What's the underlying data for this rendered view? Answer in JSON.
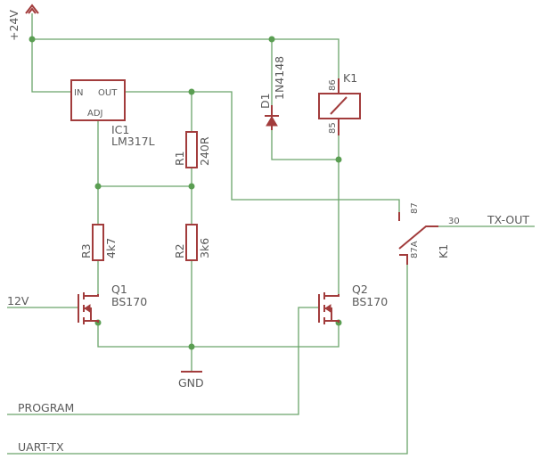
{
  "supply": {
    "label": "+24V"
  },
  "regulator": {
    "ref": "IC1",
    "value": "LM317L",
    "pin_in": "IN",
    "pin_out": "OUT",
    "pin_adj": "ADJ"
  },
  "resistors": [
    {
      "ref": "R1",
      "value": "240R"
    },
    {
      "ref": "R2",
      "value": "3k6"
    },
    {
      "ref": "R3",
      "value": "4k7"
    }
  ],
  "diode": {
    "ref": "D1",
    "value": "1N4148"
  },
  "relay": {
    "ref": "K1",
    "pin_coil_top": "86",
    "pin_coil_bottom": "85",
    "pin_nc": "87",
    "pin_no": "87A",
    "pin_common": "30"
  },
  "transistors": [
    {
      "ref": "Q1",
      "value": "BS170"
    },
    {
      "ref": "Q2",
      "value": "BS170"
    }
  ],
  "ground": {
    "label": "GND"
  },
  "nets": {
    "input_12v": "12V",
    "program": "PROGRAM",
    "uart_tx": "UART-TX",
    "tx_out": "TX-OUT"
  }
}
